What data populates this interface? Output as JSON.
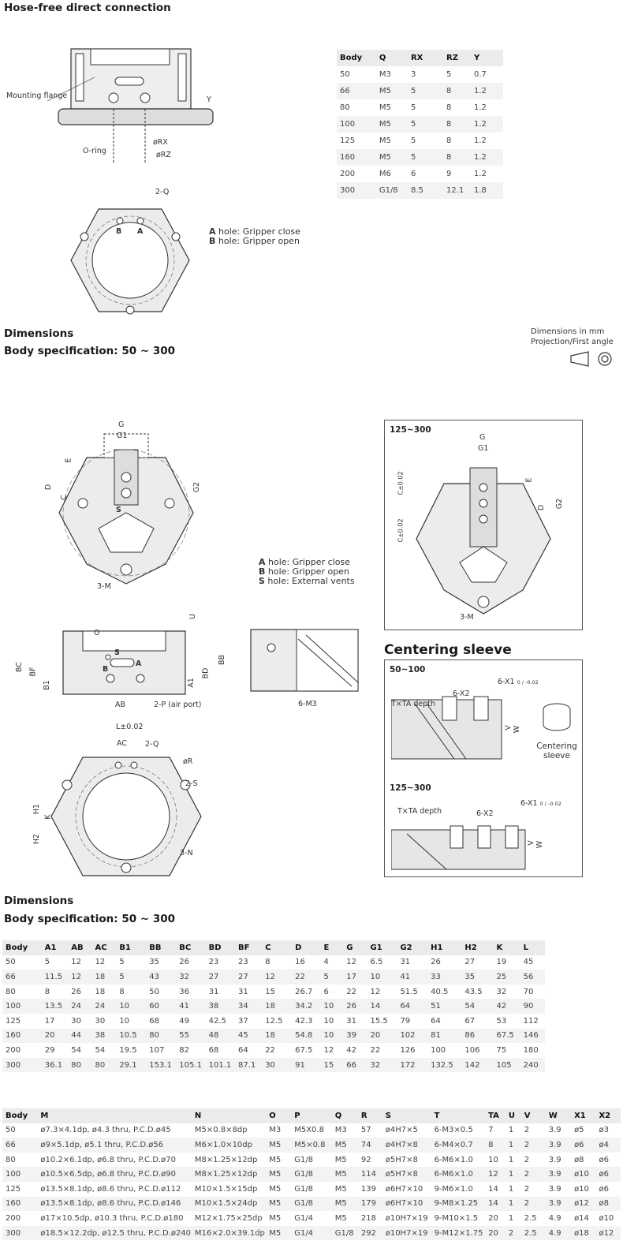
{
  "section1": {
    "title": "Hose-free direct connection",
    "labels": {
      "mounting_flange": "Mounting flange",
      "y": "Y",
      "o_ring": "O-ring",
      "rx": "øRX",
      "rz": "øRZ",
      "q": "2-Q",
      "a": "A",
      "b": "B"
    },
    "legend": [
      {
        "key": "A",
        "text": " hole: Gripper close"
      },
      {
        "key": "B",
        "text": " hole: Gripper open"
      }
    ],
    "table": {
      "headers": [
        "Body",
        "Q",
        "RX",
        "RZ",
        "Y"
      ],
      "rows": [
        [
          "50",
          "M3",
          "3",
          "5",
          "0.7"
        ],
        [
          "66",
          "M5",
          "5",
          "8",
          "1.2"
        ],
        [
          "80",
          "M5",
          "5",
          "8",
          "1.2"
        ],
        [
          "100",
          "M5",
          "5",
          "8",
          "1.2"
        ],
        [
          "125",
          "M5",
          "5",
          "8",
          "1.2"
        ],
        [
          "160",
          "M5",
          "5",
          "8",
          "1.2"
        ],
        [
          "200",
          "M6",
          "6",
          "9",
          "1.2"
        ],
        [
          "300",
          "G1/8",
          "8.5",
          "12.1",
          "1.8"
        ]
      ]
    }
  },
  "section2": {
    "title": "Dimensions",
    "subtitle": "Body specification: 50 ~ 300",
    "units_note": "Dimensions in mm",
    "projection_note": "Projection/First angle",
    "top_view_labels": {
      "g": "G",
      "g1": "G1",
      "g2": "G2",
      "e": "E",
      "d": "D",
      "c": "C",
      "s": "S",
      "m": "3-M"
    },
    "legend": [
      {
        "key": "A",
        "text": " hole: Gripper close"
      },
      {
        "key": "B",
        "text": " hole: Gripper open"
      },
      {
        "key": "S",
        "text": " hole: External vents"
      }
    ],
    "inset": {
      "title": "125~300",
      "g": "G",
      "g1": "G1",
      "g2": "G2",
      "e": "E",
      "d": "D",
      "c1": "C±0.02",
      "c2": "C±0.02",
      "m": "3-M"
    },
    "side_view_labels": {
      "o": "O",
      "s": "S",
      "a": "A",
      "b": "B",
      "bc": "BC",
      "bf": "BF",
      "b1": "B1",
      "ab": "AB",
      "p": "2-P (air port)",
      "u": "U",
      "bb": "BB",
      "bd": "BD",
      "a1": "A1",
      "m3": "6-M3"
    },
    "bottom_view_labels": {
      "l": "L±0.02",
      "ac": "AC",
      "q": "2-Q",
      "r": "øR",
      "s": "2-S",
      "h1": "H1",
      "k": "K",
      "h2": "H2",
      "n": "3-N"
    }
  },
  "centering_sleeve": {
    "title": "Centering sleeve",
    "small": {
      "title": "50~100",
      "x1": "6-X1",
      "x1_tol": "0 / -0.02",
      "x2": "6-X2",
      "t": "T×TA depth",
      "v": "V",
      "w": "W",
      "part": "Centering sleeve"
    },
    "large": {
      "title": "125~300",
      "x1": "6-X1",
      "x1_tol": "0 / -0.02",
      "x2": "6-X2",
      "t": "T×TA depth",
      "v": "V",
      "w": "W"
    }
  },
  "section3": {
    "title": "Dimensions",
    "subtitle": "Body specification: 50 ~ 300",
    "table1": {
      "headers": [
        "Body",
        "A1",
        "AB",
        "AC",
        "B1",
        "BB",
        "BC",
        "BD",
        "BF",
        "C",
        "D",
        "E",
        "G",
        "G1",
        "G2",
        "H1",
        "H2",
        "K",
        "L"
      ],
      "rows": [
        [
          "50",
          "5",
          "12",
          "12",
          "5",
          "35",
          "26",
          "23",
          "23",
          "8",
          "16",
          "4",
          "12",
          "6.5",
          "31",
          "26",
          "27",
          "19",
          "45"
        ],
        [
          "66",
          "11.5",
          "12",
          "18",
          "5",
          "43",
          "32",
          "27",
          "27",
          "12",
          "22",
          "5",
          "17",
          "10",
          "41",
          "33",
          "35",
          "25",
          "56"
        ],
        [
          "80",
          "8",
          "26",
          "18",
          "8",
          "50",
          "36",
          "31",
          "31",
          "15",
          "26.7",
          "6",
          "22",
          "12",
          "51.5",
          "40.5",
          "43.5",
          "32",
          "70"
        ],
        [
          "100",
          "13.5",
          "24",
          "24",
          "10",
          "60",
          "41",
          "38",
          "34",
          "18",
          "34.2",
          "10",
          "26",
          "14",
          "64",
          "51",
          "54",
          "42",
          "90"
        ],
        [
          "125",
          "17",
          "30",
          "30",
          "10",
          "68",
          "49",
          "42.5",
          "37",
          "12.5",
          "42.3",
          "10",
          "31",
          "15.5",
          "79",
          "64",
          "67",
          "53",
          "112"
        ],
        [
          "160",
          "20",
          "44",
          "38",
          "10.5",
          "80",
          "55",
          "48",
          "45",
          "18",
          "54.8",
          "10",
          "39",
          "20",
          "102",
          "81",
          "86",
          "67.5",
          "146"
        ],
        [
          "200",
          "29",
          "54",
          "54",
          "19.5",
          "107",
          "82",
          "68",
          "64",
          "22",
          "67.5",
          "12",
          "42",
          "22",
          "126",
          "100",
          "106",
          "75",
          "180"
        ],
        [
          "300",
          "36.1",
          "80",
          "80",
          "29.1",
          "153.1",
          "105.1",
          "101.1",
          "87.1",
          "30",
          "91",
          "15",
          "66",
          "32",
          "172",
          "132.5",
          "142",
          "105",
          "240"
        ]
      ]
    },
    "table2": {
      "headers": [
        "Body",
        "M",
        "N",
        "O",
        "P",
        "Q",
        "R",
        "S",
        "T",
        "TA",
        "U",
        "V",
        "W",
        "X1",
        "X2"
      ],
      "rows": [
        [
          "50",
          "ø7.3×4.1dp, ø4.3 thru, P.C.D.ø45",
          "M5×0.8×8dp",
          "M3",
          "M5X0.8",
          "M3",
          "57",
          "ø4H7×5",
          "6-M3×0.5",
          "7",
          "1",
          "2",
          "3.9",
          "ø5",
          "ø3"
        ],
        [
          "66",
          "ø9×5.1dp, ø5.1 thru, P.C.D.ø56",
          "M6×1.0×10dp",
          "M5",
          "M5×0.8",
          "M5",
          "74",
          "ø4H7×8",
          "6-M4×0.7",
          "8",
          "1",
          "2",
          "3.9",
          "ø6",
          "ø4"
        ],
        [
          "80",
          "ø10.2×6.1dp, ø6.8 thru, P.C.D.ø70",
          "M8×1.25×12dp",
          "M5",
          "G1/8",
          "M5",
          "92",
          "ø5H7×8",
          "6-M6×1.0",
          "10",
          "1",
          "2",
          "3.9",
          "ø8",
          "ø6"
        ],
        [
          "100",
          "ø10.5×6.5dp, ø6.8 thru, P.C.D.ø90",
          "M8×1.25×12dp",
          "M5",
          "G1/8",
          "M5",
          "114",
          "ø5H7×8",
          "6-M6×1.0",
          "12",
          "1",
          "2",
          "3.9",
          "ø10",
          "ø6"
        ],
        [
          "125",
          "ø13.5×8.1dp, ø8.6 thru, P.C.D.ø112",
          "M10×1.5×15dp",
          "M5",
          "G1/8",
          "M5",
          "139",
          "ø6H7×10",
          "9-M6×1.0",
          "14",
          "1",
          "2",
          "3.9",
          "ø10",
          "ø6"
        ],
        [
          "160",
          "ø13.5×8.1dp, ø8.6 thru, P.C.D.ø146",
          "M10×1.5×24dp",
          "M5",
          "G1/8",
          "M5",
          "179",
          "ø6H7×10",
          "9-M8×1.25",
          "14",
          "1",
          "2",
          "3.9",
          "ø12",
          "ø8"
        ],
        [
          "200",
          "ø17×10.5dp, ø10.3 thru, P.C.D.ø180",
          "M12×1.75×25dp",
          "M5",
          "G1/4",
          "M5",
          "218",
          "ø10H7×19",
          "9-M10×1.5",
          "20",
          "1",
          "2.5",
          "4.9",
          "ø14",
          "ø10"
        ],
        [
          "300",
          "ø18.5×12.2dp, ø12.5 thru, P.C.D.ø240",
          "M16×2.0×39.1dp",
          "M5",
          "G1/4",
          "G1/8",
          "292",
          "ø10H7×19",
          "9-M12×1.75",
          "20",
          "2",
          "2.5",
          "4.9",
          "ø18",
          "ø12"
        ]
      ]
    }
  }
}
